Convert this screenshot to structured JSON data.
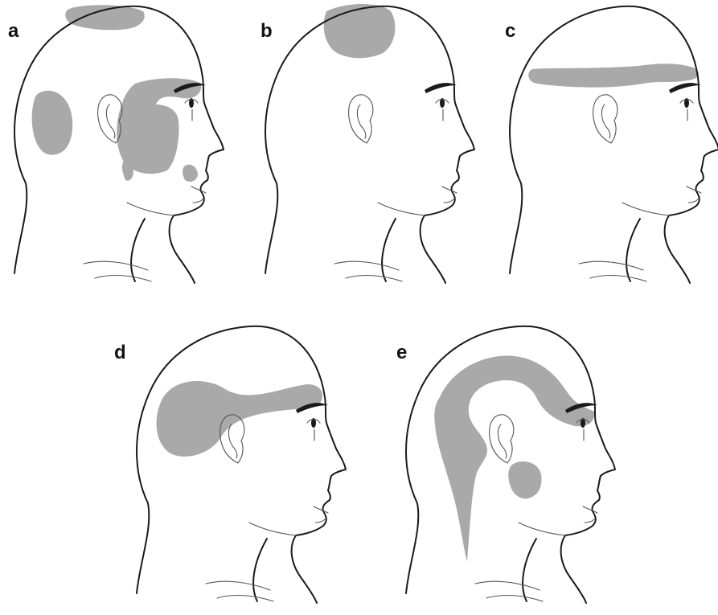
{
  "colors": {
    "region_fill": "#a9a9a9",
    "outline": "#1a1a1a",
    "background": "#ffffff"
  },
  "panels": [
    {
      "id": "a",
      "label": "a"
    },
    {
      "id": "b",
      "label": "b"
    },
    {
      "id": "c",
      "label": "c"
    },
    {
      "id": "d",
      "label": "d"
    },
    {
      "id": "e",
      "label": "e"
    }
  ]
}
